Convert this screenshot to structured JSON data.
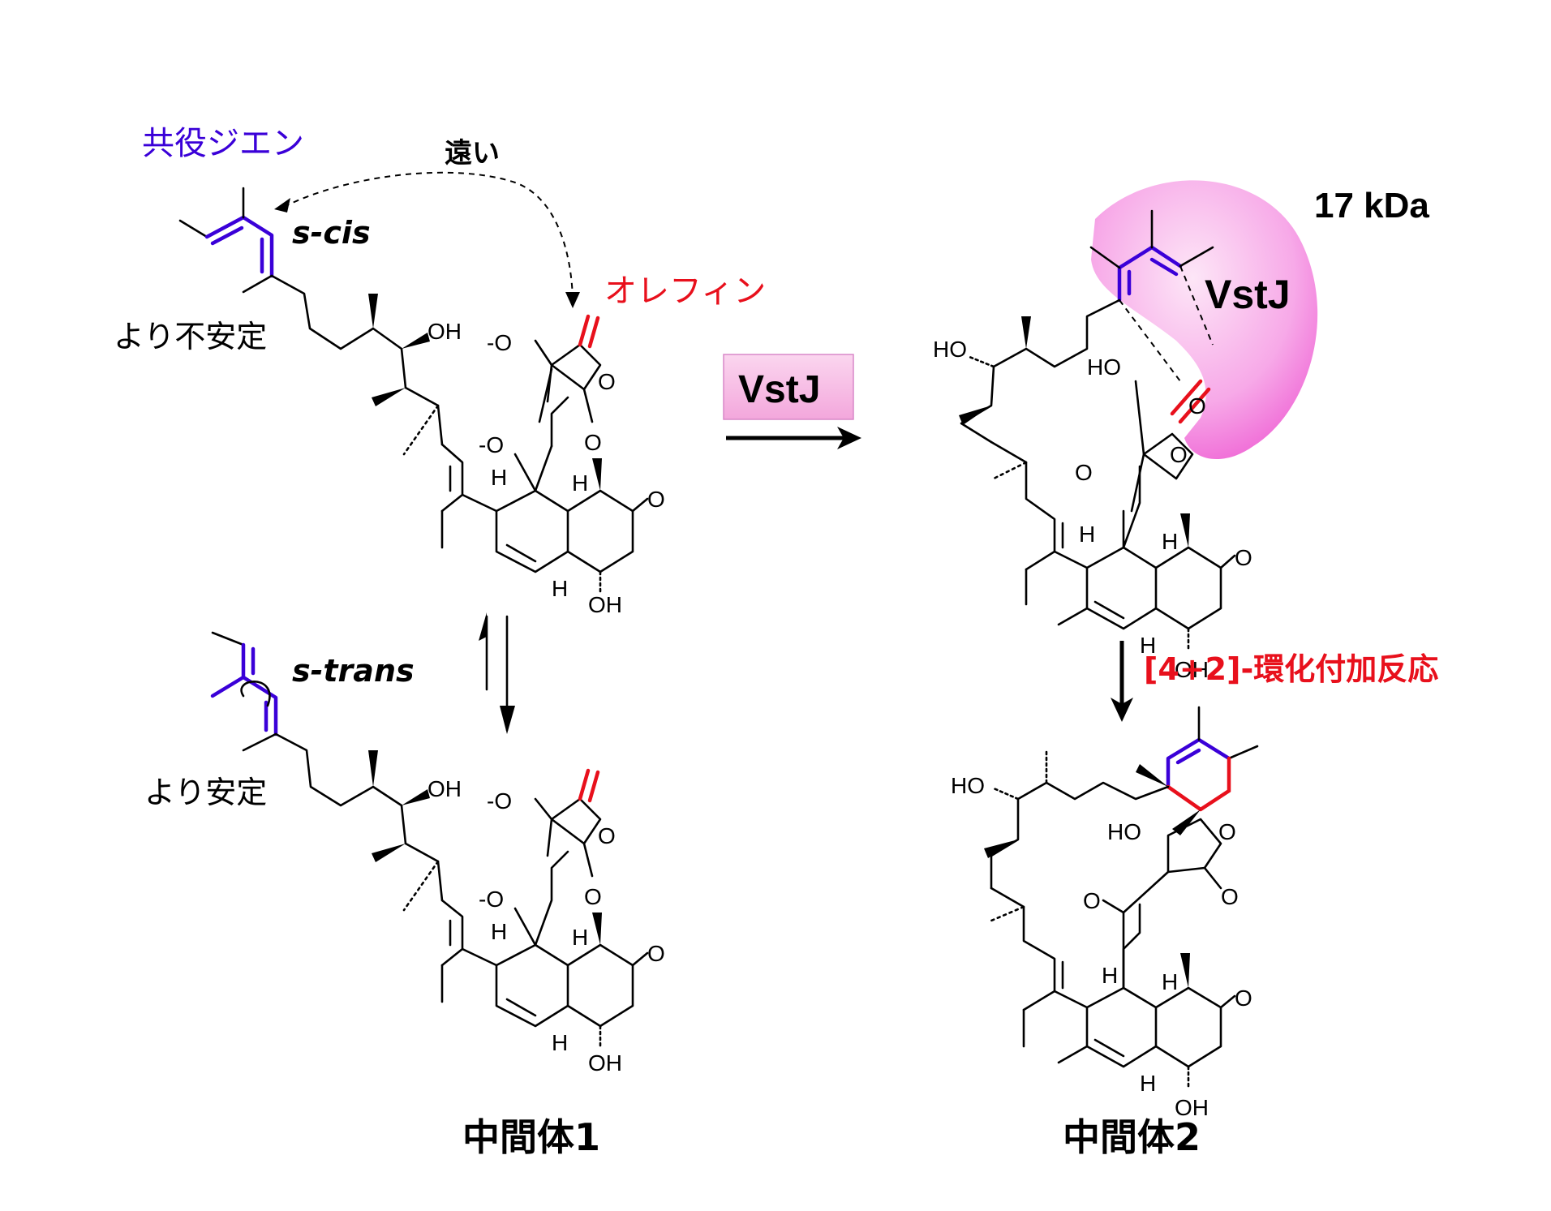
{
  "colors": {
    "diene": "#3a00d8",
    "olefin": "#e8101c",
    "enzyme": "#f58ee0",
    "enzyme_label_box": "#f7c0e6"
  },
  "labels": {
    "conjugated_diene": "共役ジエン",
    "far": "遠い",
    "olefin": "オレフィン",
    "s_cis": "s-cis",
    "s_trans": "s-trans",
    "less_stable": "より不安定",
    "more_stable": "より安定",
    "enzyme_arrow": "VstJ",
    "enzyme_name": "VstJ",
    "mass": "17 kDa",
    "reaction": "[4+2]-環化付加反応",
    "intermediate1": "中間体1",
    "intermediate2": "中間体2"
  },
  "atoms": {
    "oh": "OH",
    "ho": "HO",
    "o": "O",
    "o_minus": "-O",
    "h": "H"
  }
}
